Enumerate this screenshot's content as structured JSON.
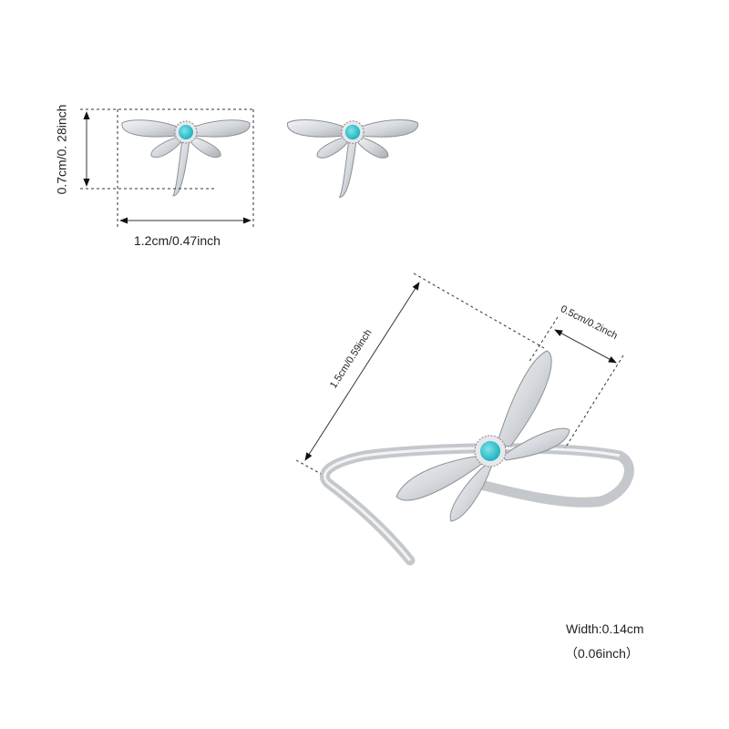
{
  "earrings": {
    "height_label": "0.7cm/0. 28inch",
    "width_label": "1.2cm/0.47inch"
  },
  "ring": {
    "length_label": "1.5cm/0.59inch",
    "wing_label": "0.5cm/0.2inch",
    "band_width_label": "Width:0.14cm",
    "band_width_inch_label": "（0.06inch）"
  },
  "colors": {
    "silver": "#d9dce0",
    "silver_dark": "#9aa0a6",
    "turquoise": "#2ec4cf",
    "line": "#222222"
  }
}
